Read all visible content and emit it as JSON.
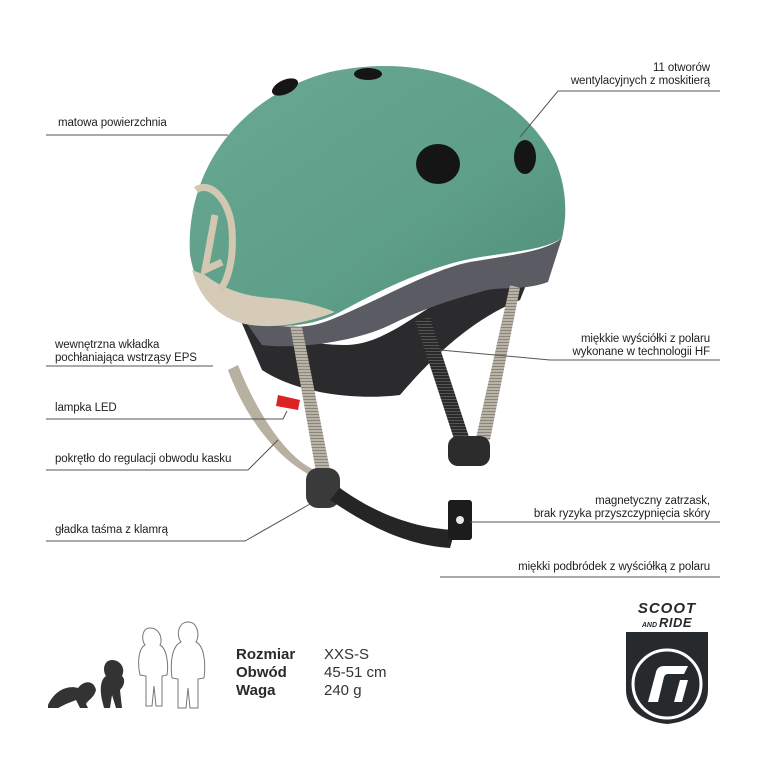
{
  "product": {
    "name": "Scoot and Ride helmet",
    "color_hex": "#5e9f89"
  },
  "callouts": [
    {
      "id": "matte",
      "text": "matowa powierzchnia"
    },
    {
      "id": "vents",
      "line1": "11 otworów",
      "line2": "wentylacyjnych z moskitierą"
    },
    {
      "id": "eps",
      "line1": "wewnętrzna wkładka",
      "line2": "pochłaniająca wstrząsy EPS"
    },
    {
      "id": "led",
      "text": "lampka LED"
    },
    {
      "id": "dial",
      "text": "pokrętło do regulacji obwodu kasku"
    },
    {
      "id": "strap",
      "text": "gładka taśma z klamrą"
    },
    {
      "id": "padding",
      "line1": "miękkie wyściółki z polaru",
      "line2": "wykonane w technologii HF"
    },
    {
      "id": "magnet",
      "line1": "magnetyczny zatrzask,",
      "line2": "brak  ryzyka przyszczypnięcia skóry"
    },
    {
      "id": "chin",
      "text": "miękki podbródek z wyściółką z polaru"
    }
  ],
  "specs": [
    {
      "key": "Rozmiar",
      "value": "XXS-S"
    },
    {
      "key": "Obwód",
      "value": "45-51 cm"
    },
    {
      "key": "Waga",
      "value": "240 g"
    }
  ],
  "age_icons": [
    "crawling-baby-icon",
    "toddler-icon",
    "child-outline-icon",
    "older-child-outline-icon"
  ],
  "logo": {
    "line1": "SCOOT",
    "and": "AND",
    "line2": "RIDE"
  }
}
